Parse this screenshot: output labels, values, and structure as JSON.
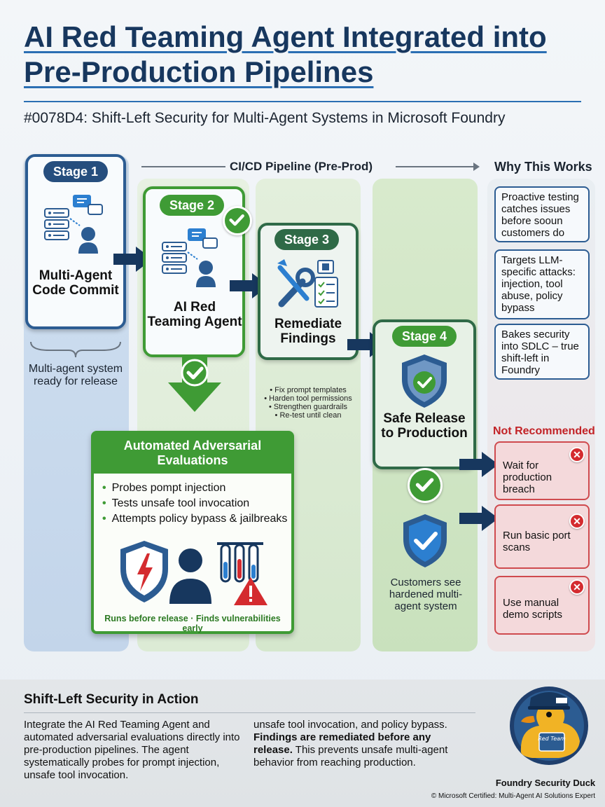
{
  "header": {
    "title": "AI Red Teaming Agent Integrated into Pre-Production Pipelines",
    "subtitle": "#0078D4: Shift-Left Security for Multi-Agent Systems in Microsoft Foundry"
  },
  "pipeline": {
    "label": "CI/CD Pipeline (Pre-Prod)",
    "why_title": "Why This Works"
  },
  "stages": [
    {
      "badge": "Stage 1",
      "label": "Multi-Agent Code Commit",
      "caption": "Multi-agent system ready for release",
      "icon": "agents-chat-icon"
    },
    {
      "badge": "Stage 2",
      "label": "AI Red Teaming Agent",
      "icon": "agents-chat-icon"
    },
    {
      "badge": "Stage 3",
      "label": "Remediate Findings",
      "icon": "tools-checklist-icon",
      "bullets": [
        "Fix prompt templates",
        "Harden tool permissions",
        "Strengthen guardrails",
        "Re-test until clean"
      ]
    },
    {
      "badge": "Stage 4",
      "label": "Safe Release to Production",
      "caption": "Customers see hardened multi-agent system",
      "icon": "shield-check-icon"
    }
  ],
  "evaluations": {
    "title": "Automated Adversarial Evaluations",
    "items": [
      "Probes pompt injection",
      "Tests unsafe tool invocation",
      "Attempts policy bypass & jailbreaks"
    ],
    "footer": "Runs before release · Finds vulnerabilities early"
  },
  "why_items": [
    "Proactive testing catches issues before sooun customers do",
    "Targets LLM-specific attacks: injection, tool abuse, policy bypass",
    "Bakes security into SDLC – true shift-left in Foundry"
  ],
  "not_recommended": {
    "title": "Not Recommended",
    "items": [
      "Wait for production breach",
      "Run basic port scans",
      "Use manual demo scripts"
    ]
  },
  "bottom": {
    "title": "Shift-Left Security in Action",
    "left_text": "Integrate the AI Red Teaming Agent and automated adversarial evaluations directly into pre-production pipelines. The agent systematically probes for prompt injection, unsafe tool invocation.",
    "right_plain_1": "unsafe tool invocation, and policy bypass. ",
    "right_bold": "Findings are remediated before any release.",
    "right_plain_2": " This prevents unsafe multi-agent behavior from reaching production.",
    "mascot_name": "Foundry Security Duck",
    "mascot_badge": "Red Team",
    "copyright": "© Microsoft Certified: Multi-Agent AI Solutions Expert"
  },
  "colors": {
    "navy": "#17375e",
    "stage1": "#2c5c92",
    "green": "#3f9b35",
    "darkgreen": "#2f6a47",
    "red": "#d42b2f"
  }
}
